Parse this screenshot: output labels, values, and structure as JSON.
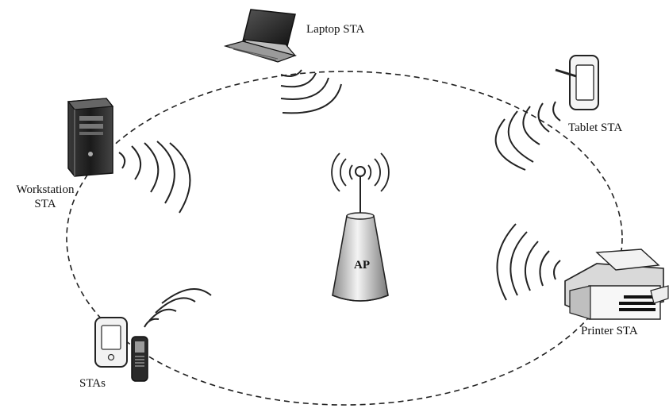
{
  "labels": {
    "laptop": "Laptop STA",
    "tablet": "Tablet STA",
    "workstation_line1": "Workstation",
    "workstation_line2": "STA",
    "printer": "Printer STA",
    "stas": "STAs",
    "ap": "AP"
  },
  "icons": {
    "access_point": "access-point-icon",
    "laptop": "laptop-icon",
    "tablet": "tablet-icon",
    "workstation": "workstation-tower-icon",
    "printer": "printer-icon",
    "pda": "pda-icon",
    "phone": "mobile-phone-icon",
    "wifi": "wifi-signal-icon"
  },
  "colors": {
    "line": "#222222",
    "ap_top": "#f2f2f2",
    "ap_bottom": "#777777"
  }
}
